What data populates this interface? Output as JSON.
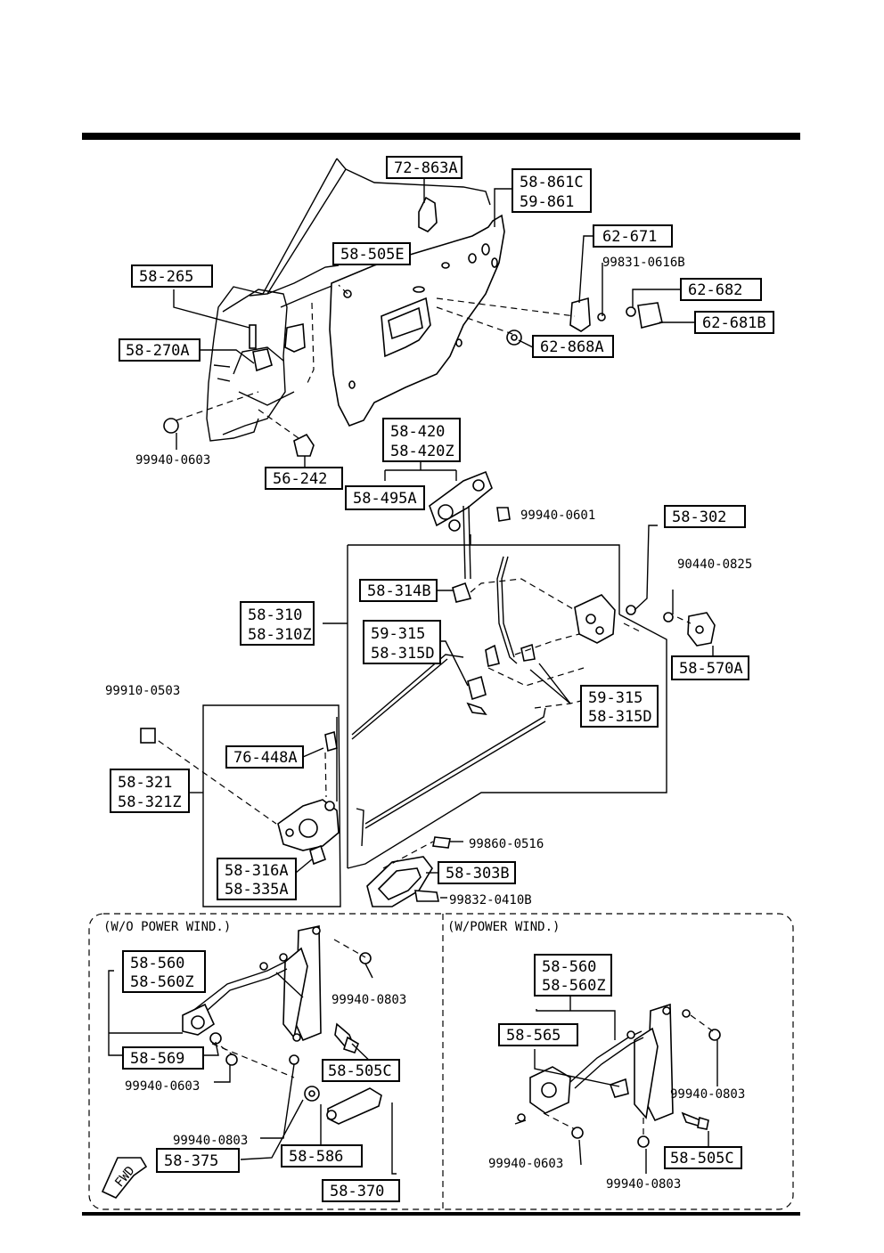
{
  "labels": {
    "p72_863a": "72-863A",
    "p58_861c": "58-861C",
    "p59_861": "59-861",
    "p62_671": "62-671",
    "p99831_0616b": "99831-0616B",
    "p62_682": "62-682",
    "p62_681b": "62-681B",
    "p58_505e": "58-505E",
    "p58_265": "58-265",
    "p58_270a": "58-270A",
    "p62_868a": "62-868A",
    "p99940_0603_a": "99940-0603",
    "p56_242": "56-242",
    "p58_420": "58-420",
    "p58_420z": "58-420Z",
    "p58_495a": "58-495A",
    "p99940_0601": "99940-0601",
    "p58_302": "58-302",
    "p90440_0825": "90440-0825",
    "p58_314b": "58-314B",
    "p58_310": "58-310",
    "p58_310z": "58-310Z",
    "p59_315_a": "59-315",
    "p58_315d_a": "58-315D",
    "p58_570a": "58-570A",
    "p59_315_b": "59-315",
    "p58_315d_b": "58-315D",
    "p99910_0503": "99910-0503",
    "p76_448a": "76-448A",
    "p58_321": "58-321",
    "p58_321z": "58-321Z",
    "p99860_0516": "99860-0516",
    "p58_316a": "58-316A",
    "p58_335a": "58-335A",
    "p58_303b": "58-303B",
    "p99832_0410b": "99832-0410B",
    "section_wo": "(W/O POWER WIND.)",
    "section_w": "(W/POWER WIND.)",
    "l_58_560": "58-560",
    "l_58_560z": "58-560Z",
    "l_99940_0803_a": "99940-0803",
    "l_58_569": "58-569",
    "l_99940_0603": "99940-0603",
    "l_58_505c": "58-505C",
    "l_99940_0803_b": "99940-0803",
    "l_58_375": "58-375",
    "l_58_586": "58-586",
    "l_58_370": "58-370",
    "fwd": "FWD",
    "r_58_560": "58-560",
    "r_58_560z": "58-560Z",
    "r_58_565": "58-565",
    "r_99940_0803_a": "99940-0803",
    "r_99940_0603": "99940-0603",
    "r_58_505c": "58-505C",
    "r_99940_0803_b": "99940-0803"
  }
}
